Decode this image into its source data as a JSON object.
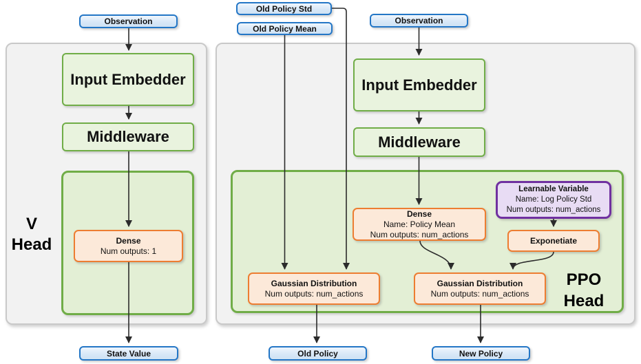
{
  "v": {
    "label1": "V",
    "label2": "Head",
    "observation": "Observation",
    "input_embedder": "Input Embedder",
    "middleware": "Middleware",
    "dense_title": "Dense",
    "dense_outputs": "Num outputs: 1",
    "state_value": "State Value"
  },
  "ppo": {
    "label1": "PPO",
    "label2": "Head",
    "old_policy_std": "Old Policy Std",
    "old_policy_mean": "Old Policy Mean",
    "observation": "Observation",
    "input_embedder": "Input Embedder",
    "middleware": "Middleware",
    "dense_title": "Dense",
    "dense_name": "Name: Policy Mean",
    "dense_outputs": "Num outputs: num_actions",
    "learnable_title": "Learnable Variable",
    "learnable_name": "Name: Log Policy Std",
    "learnable_outputs": "Num outputs: num_actions",
    "exponentiate": "Exponetiate",
    "gaussian_old_title": "Gaussian Distribution",
    "gaussian_old_outputs": "Num outputs: num_actions",
    "gaussian_new_title": "Gaussian Distribution",
    "gaussian_new_outputs": "Num outputs: num_actions",
    "old_policy": "Old Policy",
    "new_policy": "New Policy"
  },
  "colors": {
    "panel_fill": "#f2f2f2",
    "panel_border": "#c9c9c9",
    "green_border": "#70ad47",
    "green_box_fill": "#e9f3de",
    "green_panel_fill": "#e3efd5",
    "blue_border": "#2376c6",
    "blue_fill": "#d7e7f7",
    "orange_border": "#ed7d31",
    "orange_fill": "#fce9d9",
    "purple_border": "#7030a0",
    "purple_fill": "#e8dcf4",
    "arrow": "#2b2b2b"
  }
}
